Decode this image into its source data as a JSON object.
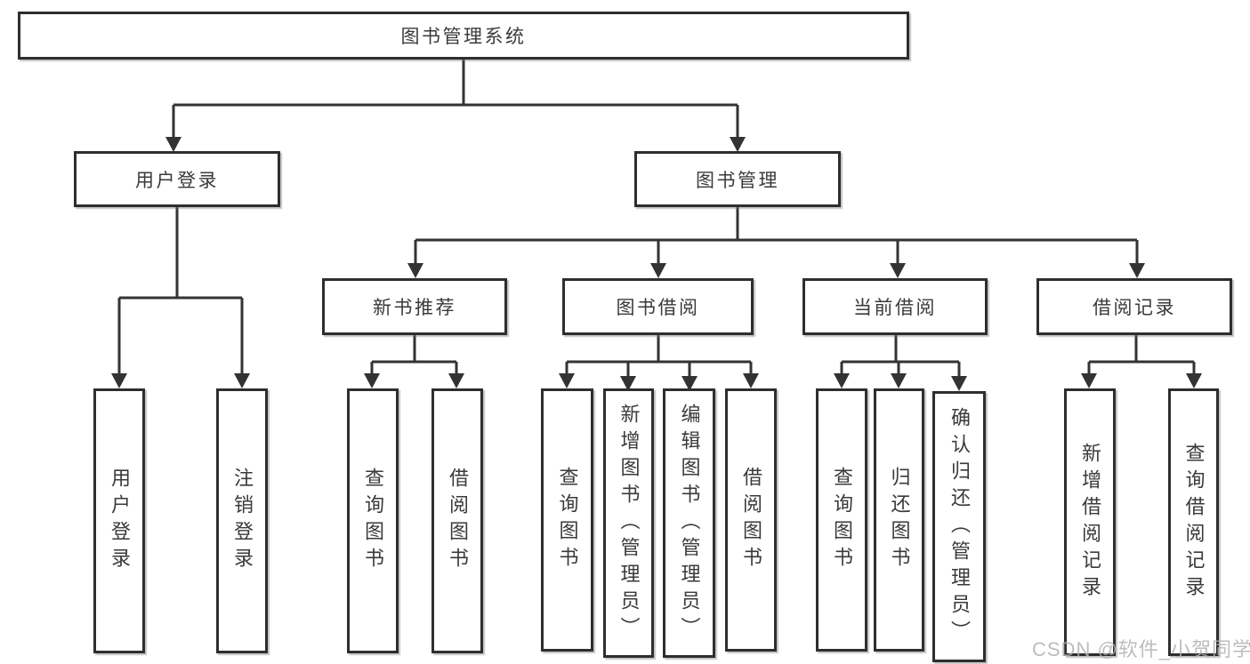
{
  "diagram": {
    "root": {
      "label": "图书管理系统",
      "children": [
        {
          "label": "用户登录",
          "children": [
            {
              "label": "用户登录"
            },
            {
              "label": "注销登录"
            }
          ]
        },
        {
          "label": "图书管理",
          "children": [
            {
              "label": "新书推荐",
              "children": [
                {
                  "label": "查询图书"
                },
                {
                  "label": "借阅图书"
                }
              ]
            },
            {
              "label": "图书借阅",
              "children": [
                {
                  "label": "查询图书"
                },
                {
                  "label": "新增图书（管理员）"
                },
                {
                  "label": "编辑图书（管理员）"
                },
                {
                  "label": "借阅图书"
                }
              ]
            },
            {
              "label": "当前借阅",
              "children": [
                {
                  "label": "查询图书"
                },
                {
                  "label": "归还图书"
                },
                {
                  "label": "确认归还（管理员）"
                }
              ]
            },
            {
              "label": "借阅记录",
              "children": [
                {
                  "label": "新增借阅记录"
                },
                {
                  "label": "查询借阅记录"
                }
              ]
            }
          ]
        }
      ]
    }
  },
  "watermark": {
    "text": "CSDN @软件_小贺同学",
    "color": "#b2b2b2"
  },
  "colors": {
    "line": "#333333",
    "box_border": "#2e2e2e",
    "text": "#3a3a3a",
    "background": "#ffffff"
  }
}
